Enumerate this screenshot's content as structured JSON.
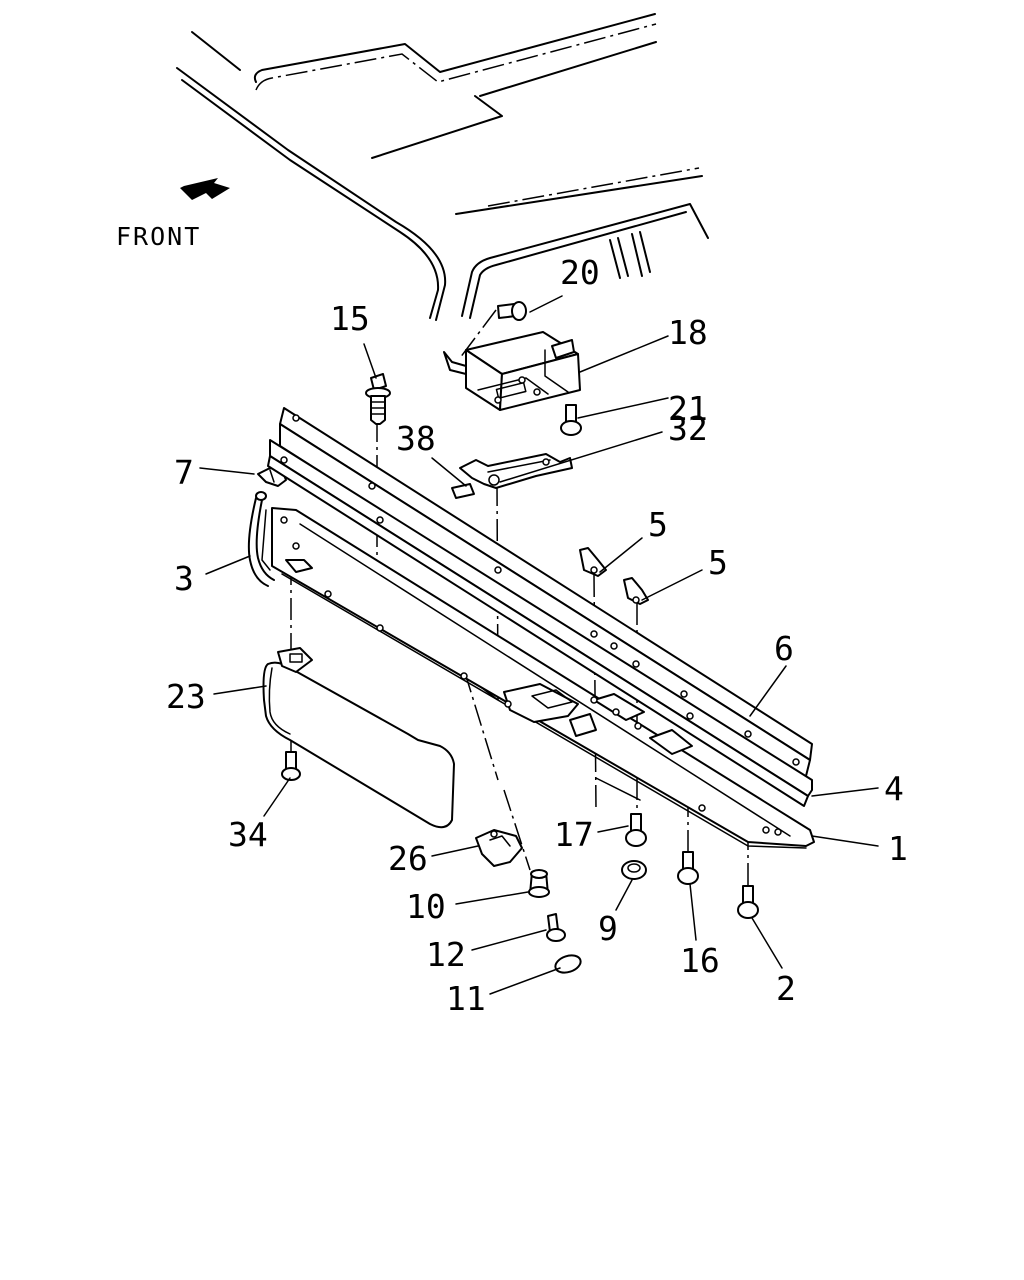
{
  "front_label": "FRONT",
  "callouts": {
    "c1": "1",
    "c2": "2",
    "c3": "3",
    "c4": "4",
    "c5a": "5",
    "c5b": "5",
    "c6": "6",
    "c7": "7",
    "c9": "9",
    "c10": "10",
    "c11": "11",
    "c12": "12",
    "c15": "15",
    "c16": "16",
    "c17": "17",
    "c18": "18",
    "c20": "20",
    "c21": "21",
    "c23": "23",
    "c26": "26",
    "c32": "32",
    "c34": "34",
    "c38": "38"
  }
}
